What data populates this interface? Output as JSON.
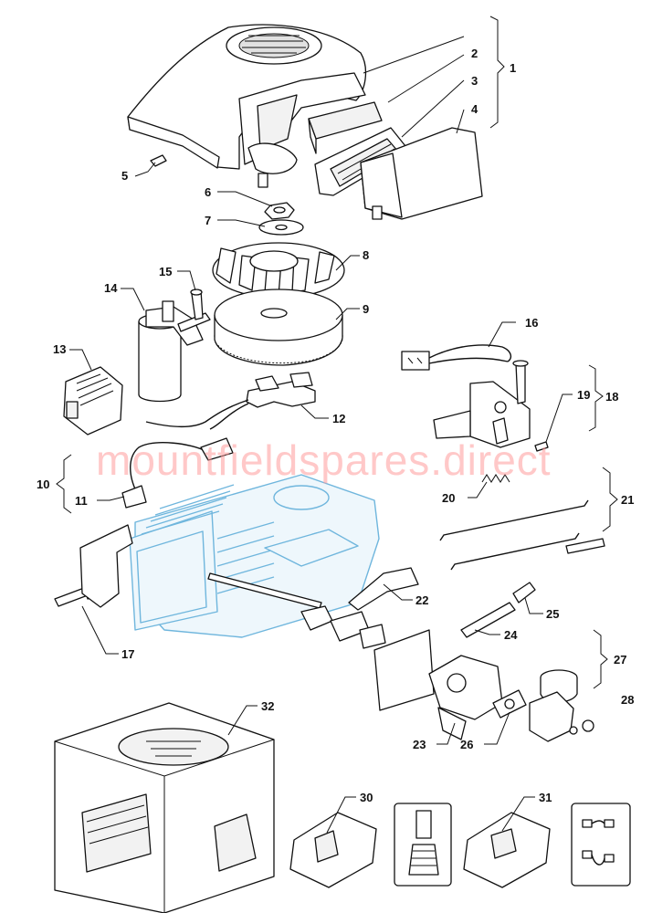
{
  "watermark": "mountfieldspares.direct",
  "callouts": [
    {
      "id": "c1",
      "label": "1"
    },
    {
      "id": "c2",
      "label": "2"
    },
    {
      "id": "c3",
      "label": "3"
    },
    {
      "id": "c4",
      "label": "4"
    },
    {
      "id": "c5",
      "label": "5"
    },
    {
      "id": "c6",
      "label": "6"
    },
    {
      "id": "c7",
      "label": "7"
    },
    {
      "id": "c8",
      "label": "8"
    },
    {
      "id": "c9",
      "label": "9"
    },
    {
      "id": "c10",
      "label": "10"
    },
    {
      "id": "c11",
      "label": "11"
    },
    {
      "id": "c12",
      "label": "12"
    },
    {
      "id": "c13",
      "label": "13"
    },
    {
      "id": "c14",
      "label": "14"
    },
    {
      "id": "c15",
      "label": "15"
    },
    {
      "id": "c16",
      "label": "16"
    },
    {
      "id": "c17",
      "label": "17"
    },
    {
      "id": "c18",
      "label": "18"
    },
    {
      "id": "c19",
      "label": "19"
    },
    {
      "id": "c20",
      "label": "20"
    },
    {
      "id": "c21",
      "label": "21"
    },
    {
      "id": "c22",
      "label": "22"
    },
    {
      "id": "c23",
      "label": "23"
    },
    {
      "id": "c24",
      "label": "24"
    },
    {
      "id": "c25",
      "label": "25"
    },
    {
      "id": "c26",
      "label": "26"
    },
    {
      "id": "c27",
      "label": "27"
    },
    {
      "id": "c28",
      "label": "28"
    },
    {
      "id": "c30",
      "label": "30"
    },
    {
      "id": "c31",
      "label": "31"
    },
    {
      "id": "c32",
      "label": "32"
    }
  ]
}
